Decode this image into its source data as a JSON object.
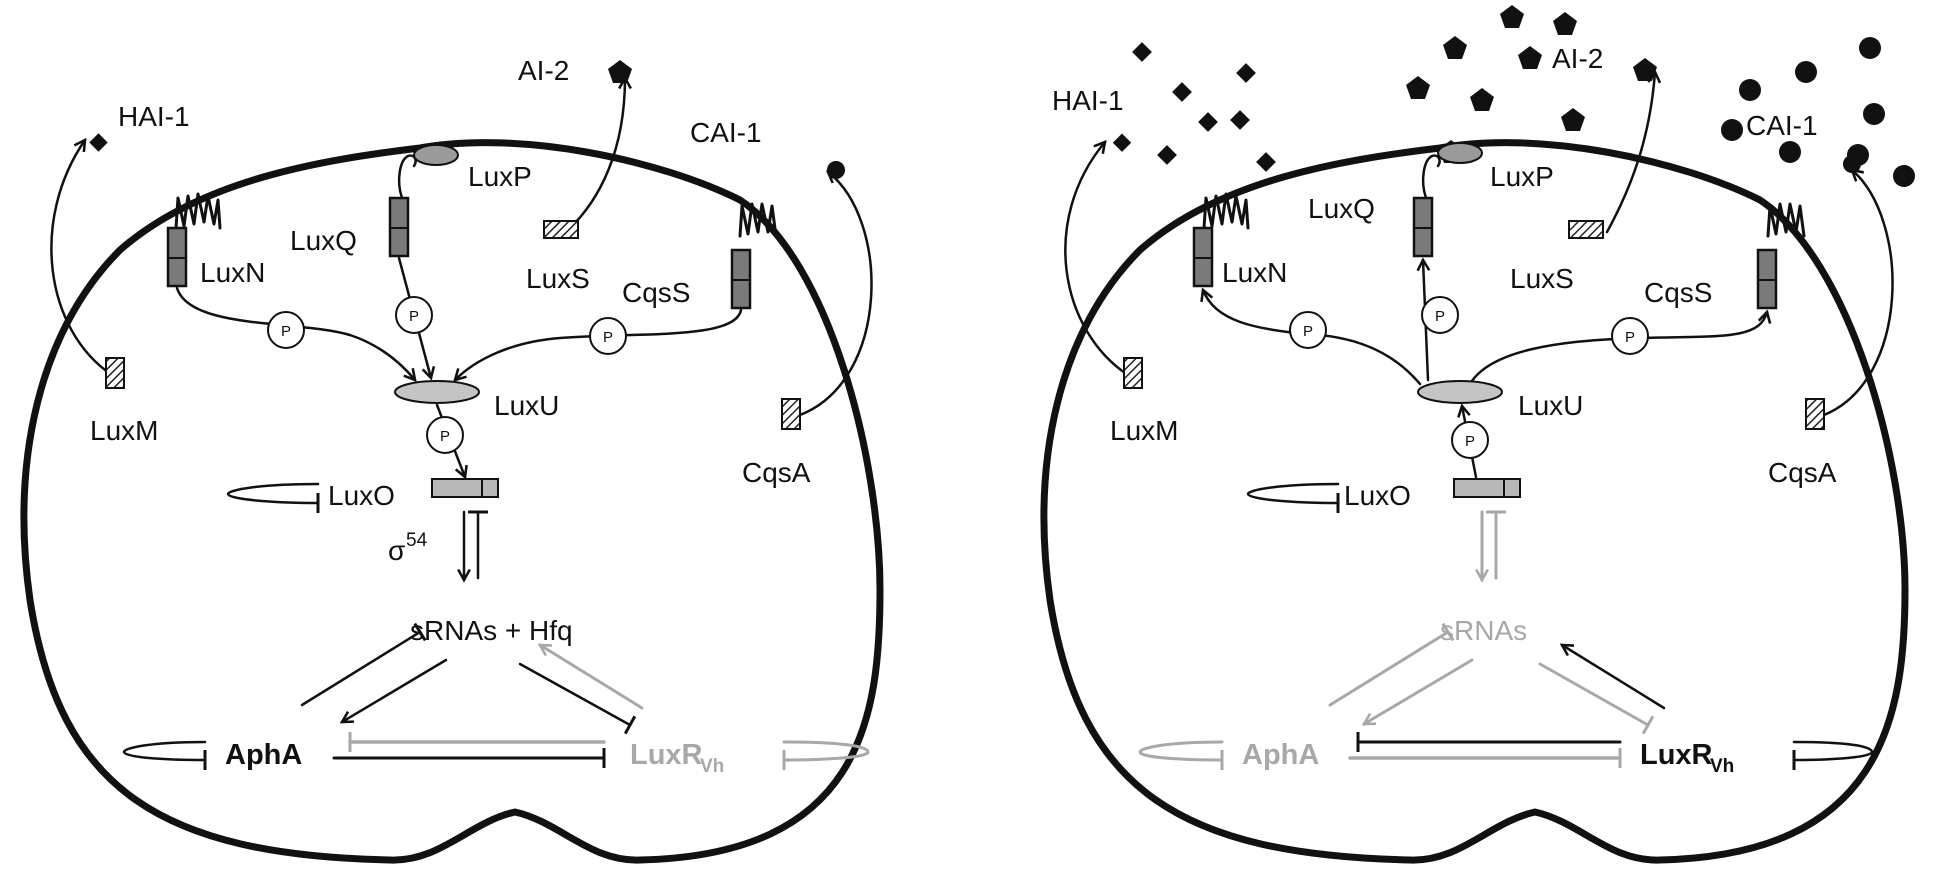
{
  "left_panel": {
    "signals": {
      "hai1": "HAI-1",
      "ai2": "AI-2",
      "cai1": "CAI-1"
    },
    "proteins": {
      "luxp": "LuxP",
      "luxq": "LuxQ",
      "luxn": "LuxN",
      "luxs": "LuxS",
      "cqss": "CqsS",
      "luxm": "LuxM",
      "luxu": "LuxU",
      "cqsa": "CqsA",
      "luxo": "LuxO"
    },
    "phospho": "P",
    "sigma": {
      "base": "σ",
      "sup": "54"
    },
    "srna_label": "sRNAs + Hfq",
    "apha": "AphA",
    "luxr": {
      "base": "LuxR",
      "sub": "Vh"
    },
    "colors": {
      "active": "#111111",
      "inactive": "#a8a8a8"
    }
  },
  "right_panel": {
    "signals": {
      "hai1": "HAI-1",
      "ai2": "AI-2",
      "cai1": "CAI-1"
    },
    "proteins": {
      "luxp": "LuxP",
      "luxq": "LuxQ",
      "luxn": "LuxN",
      "luxs": "LuxS",
      "cqss": "CqsS",
      "luxm": "LuxM",
      "luxu": "LuxU",
      "cqsa": "CqsA",
      "luxo": "LuxO"
    },
    "phospho": "P",
    "srna_label": "sRNAs",
    "apha": "AphA",
    "luxr": {
      "base": "LuxR",
      "sub": "Vh"
    },
    "colors": {
      "active": "#111111",
      "inactive": "#a8a8a8"
    }
  }
}
